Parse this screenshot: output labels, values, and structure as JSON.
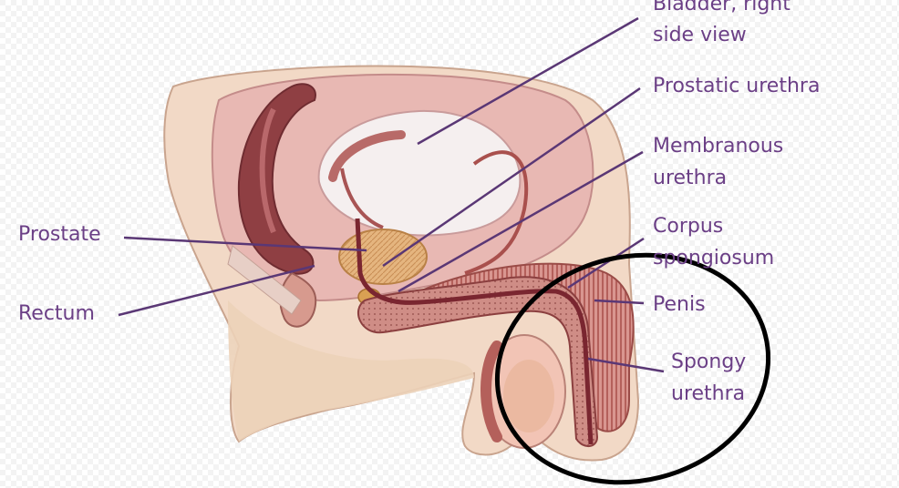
{
  "labels": {
    "bladder_line1": "Bladder, right",
    "bladder_line2": "side view",
    "prostatic_urethra": "Prostatic urethra",
    "membranous_line1": "Membranous",
    "membranous_line2": "urethra",
    "corpus_line1": "Corpus",
    "corpus_line2": "spongiosum",
    "penis": "Penis",
    "spongy_line1": "Spongy",
    "spongy_line2": "urethra",
    "prostate": "Prostate",
    "rectum": "Rectum"
  },
  "colors": {
    "label_text": "#6b3f86",
    "leader_line": "#5a3775",
    "annotation_circle": "#000000",
    "skin": "#f2d9c6",
    "tissue_pink": "#e6b4ae",
    "muscle_dark": "#9b4a4a",
    "bladder_white": "#f4eeee",
    "prostate": "#e2b47e",
    "background_grid": "#eaeaea"
  }
}
